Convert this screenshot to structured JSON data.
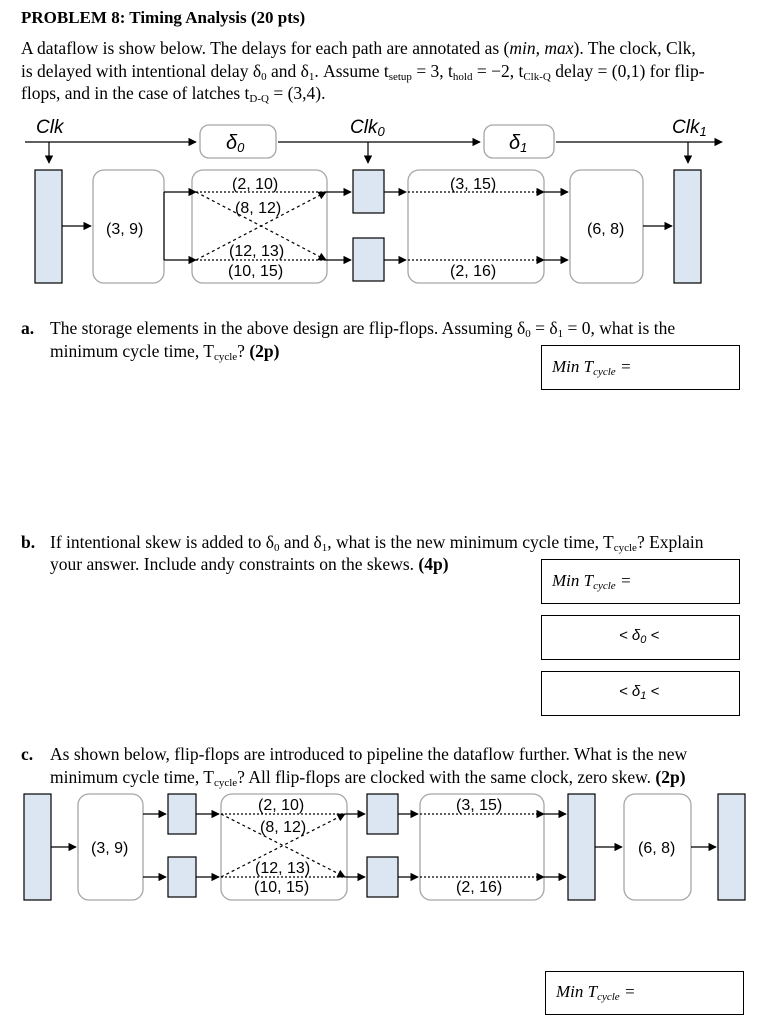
{
  "problem": {
    "title": "PROBLEM 8:  Timing Analysis (20 pts)",
    "intro": {
      "l1_a": "A dataflow is show below. The delays for each path are annotated as (",
      "l1_b": "min, max",
      "l1_c": "). The clock, Clk,",
      "l2_a": "is delayed with intentional delay δ",
      "l2_b": "0",
      "l2_c": " and δ",
      "l2_d": "1",
      "l2_e": ". Assume t",
      "l2_f": "setup",
      "l2_g": " = 3, t",
      "l2_h": "hold",
      "l2_i": " = −2, t",
      "l2_j": "Clk-Q",
      "l2_k": " delay = (0,1) for flip-",
      "l3_a": "flops, and in the case of latches t",
      "l3_b": "D-Q",
      "l3_c": " = (3,4)."
    }
  },
  "diagram1": {
    "clk_labels": [
      "Clk",
      "Clk",
      "0",
      "Clk",
      "1"
    ],
    "delay_labels": [
      "δ",
      "0",
      "δ",
      "1"
    ],
    "delays": {
      "left_block": "(3, 9)",
      "top_a": "(2, 10)",
      "cross_a": "(8, 12)",
      "cross_b": "(12, 13)",
      "bottom_a": "(10, 15)",
      "top_b": "(3, 15)",
      "bottom_b": "(2, 16)",
      "right_block": "(6, 8)"
    }
  },
  "part_a": {
    "label": "a.",
    "l1_a": "The storage elements in the above design are flip-flops. Assuming δ",
    "l1_b": "0",
    "l1_c": " = δ",
    "l1_d": "1",
    "l1_e": " = 0, what is the",
    "l2_a": "minimum cycle time, T",
    "l2_b": "cycle",
    "l2_c": "? ",
    "l2_d": "(2p)",
    "answer_a": "Min T",
    "answer_b": "cycle",
    "answer_c": " ="
  },
  "part_b": {
    "label": "b.",
    "l1_a": "If intentional skew is added to δ",
    "l1_b": "0",
    "l1_c": " and δ",
    "l1_d": "1",
    "l1_e": ", what is the new minimum cycle time, T",
    "l1_f": "cycle",
    "l1_g": "? Explain",
    "l2_a": "your answer. Include andy constraints on the skews. ",
    "l2_b": "(4p)",
    "answer_a": "Min T",
    "answer_b": "cycle",
    "answer_c": " =",
    "skew0_a": "< δ",
    "skew0_b": "0",
    "skew0_c": " <",
    "skew1_a": "< δ",
    "skew1_b": "1",
    "skew1_c": " <"
  },
  "part_c": {
    "label": "c.",
    "l1": "As shown below, flip-flops are introduced to pipeline the dataflow further. What is the new",
    "l2_a": "minimum cycle time, T",
    "l2_b": "cycle",
    "l2_c": "? All flip-flops are clocked with the same clock, zero skew. ",
    "l2_d": "(2p)",
    "answer_a": "Min T",
    "answer_b": "cycle",
    "answer_c": " ="
  },
  "diagram2": {
    "delays": {
      "left_block": "(3, 9)",
      "top_a": "(2, 10)",
      "cross_a": "(8, 12)",
      "cross_b": "(12, 13)",
      "bottom_a": "(10, 15)",
      "top_b": "(3, 15)",
      "bottom_b": "(2, 16)",
      "right_block": "(6, 8)"
    }
  },
  "colors": {
    "register_fill": "#dce6f2",
    "stroke": "#000000",
    "block_border": "#a6a6a6"
  }
}
